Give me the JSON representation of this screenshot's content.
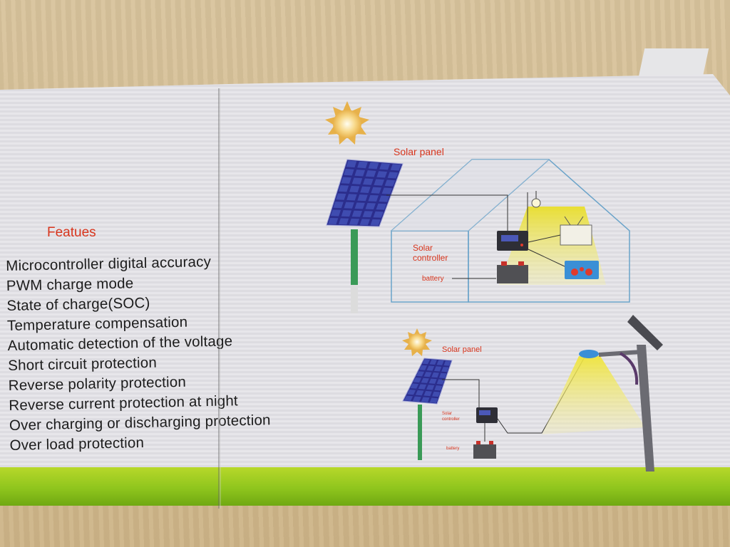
{
  "box": {
    "heading": "Featues",
    "features": [
      "Microcontroller digital accuracy",
      "PWM charge mode",
      "State of charge(SOC)",
      "Temperature compensation",
      "Automatic detection of the voltage",
      "Short circuit protection",
      "Reverse polarity protection",
      "Reverse current protection at night",
      "Over charging or discharging protection",
      "Over load protection"
    ]
  },
  "diagram_house": {
    "panel_label": "Solar panel",
    "controller_label": "Solar\ncontroller",
    "battery_label": "battery"
  },
  "diagram_street": {
    "panel_label": "Solar panel",
    "controller_label": "Solar\ncontroller",
    "battery_label": "battery"
  },
  "colors": {
    "label_red": "#d8351d",
    "panel_blue": "#2b2d8c",
    "light_yellow": "#f0e24a",
    "stripe_green": "#8fc51d",
    "house_line": "#6aa3c9"
  }
}
